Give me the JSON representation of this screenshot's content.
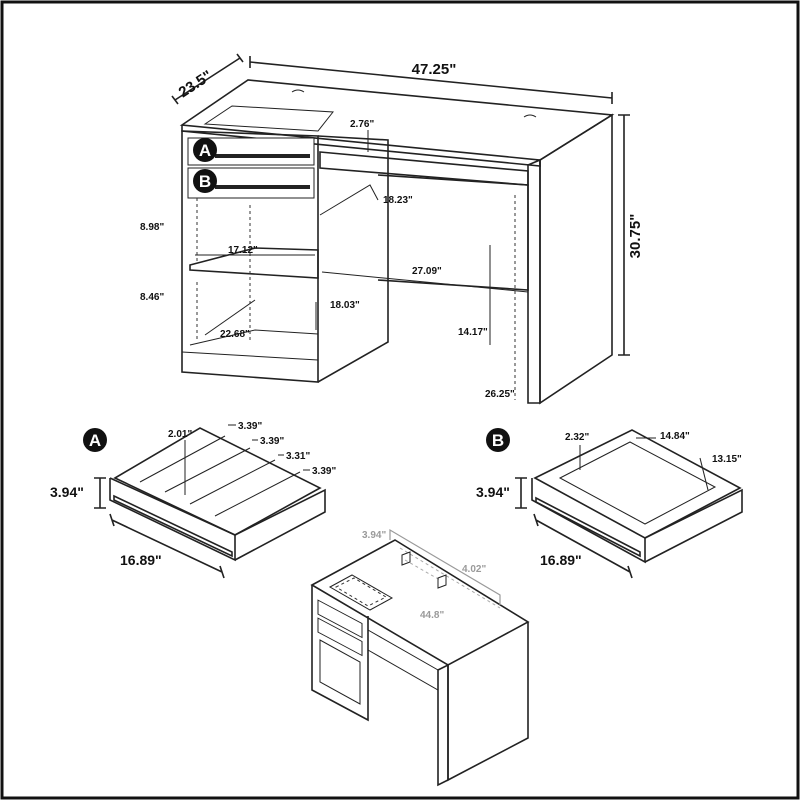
{
  "main_view": {
    "badge_a": "A",
    "badge_b": "B",
    "depth": "23.5\"",
    "width": "47.25\"",
    "height": "30.75\"",
    "panel_gap": "2.76\"",
    "drawer_depth": "18.23\"",
    "shelf_upper_height": "8.98\"",
    "shelf_width": "17.12\"",
    "knee_width": "27.09\"",
    "shelf_lower_height": "8.46\"",
    "cabinet_depth": "18.03\"",
    "bottom_width": "22.68\"",
    "knee_mid_height": "14.17\"",
    "knee_height": "26.25\""
  },
  "drawer_a": {
    "badge": "A",
    "height": "3.94\"",
    "width": "16.89\"",
    "divider_1": "2.01\"",
    "compartment_1": "3.39\"",
    "compartment_2": "3.39\"",
    "compartment_3": "3.31\"",
    "compartment_4": "3.39\""
  },
  "drawer_b": {
    "badge": "B",
    "height": "3.94\"",
    "width": "16.89\"",
    "inner_height": "2.32\"",
    "inner_width": "14.84\"",
    "inner_depth": "13.15\""
  },
  "perspective_view": {
    "hutch_height": "3.94\"",
    "hutch_depth": "4.02\"",
    "hutch_width": "44.8\""
  }
}
